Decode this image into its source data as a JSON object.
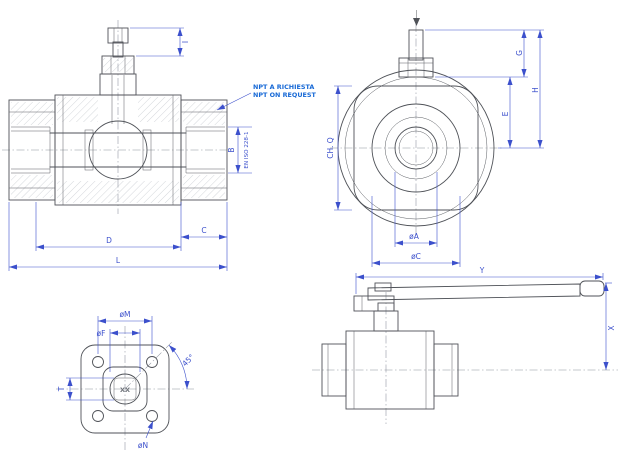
{
  "drawing": {
    "colors": {
      "outline": "#4f5258",
      "dimension": "#3c50cc",
      "note": "#1769d6",
      "centerline": "#8b919c",
      "background": "#ffffff"
    },
    "views": {
      "front_section": {
        "labels": {
          "i": "I",
          "b": "B",
          "b_standard": "EN ISO 228-1",
          "c": "C",
          "d": "D",
          "l": "L"
        },
        "note": {
          "line1": "NPT A RICHIESTA",
          "line2": "NPT ON REQUEST"
        }
      },
      "end_view": {
        "labels": {
          "g": "G",
          "h": "H",
          "e": "E",
          "ch_q": "CH. Q",
          "dia_a": "øA",
          "dia_c": "øC"
        }
      },
      "flange_view": {
        "labels": {
          "dia_m": "øM",
          "dia_f": "øF",
          "angle": "45°",
          "t": "T",
          "dia_n": "øN",
          "size_mark": "XX"
        }
      },
      "handle_view": {
        "labels": {
          "y": "Y",
          "x": "X"
        }
      }
    }
  }
}
